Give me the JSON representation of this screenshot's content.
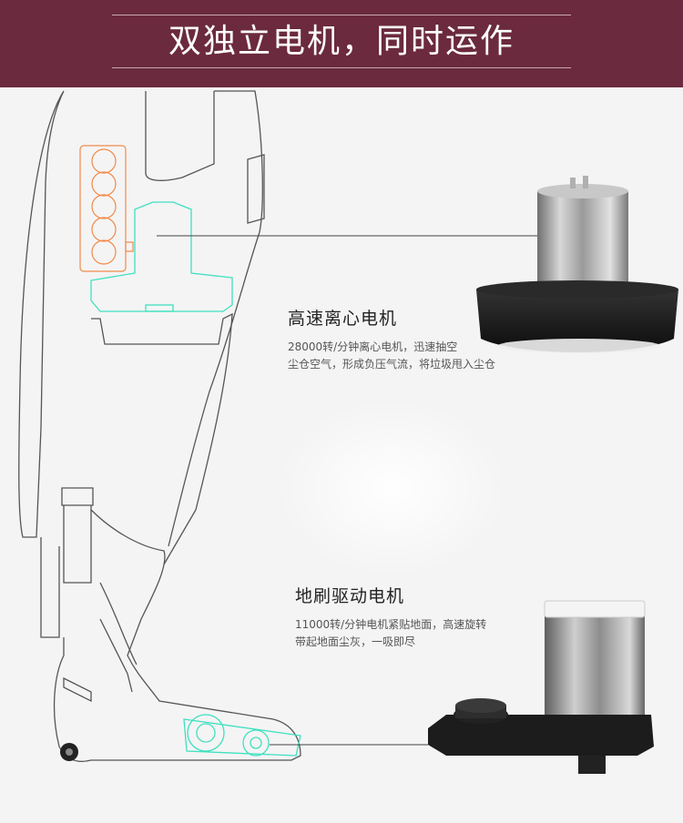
{
  "banner": {
    "title": "双独立电机，同时运作"
  },
  "motors": [
    {
      "name": "高速离心电机",
      "description": [
        "28000转/分钟离心电机，迅速抽空",
        "尘仓空气，形成负压气流，将垃圾甩入尘仓"
      ]
    },
    {
      "name": "地刷驱动电机",
      "description": [
        "11000转/分钟电机紧贴地面，高速旋转",
        "带起地面尘灰，一吸即尽"
      ]
    }
  ],
  "colors": {
    "banner": "#6b2a3e",
    "outline": "#555555",
    "battery": "#f08a4b",
    "motor_outline": "#3fe0c0"
  }
}
